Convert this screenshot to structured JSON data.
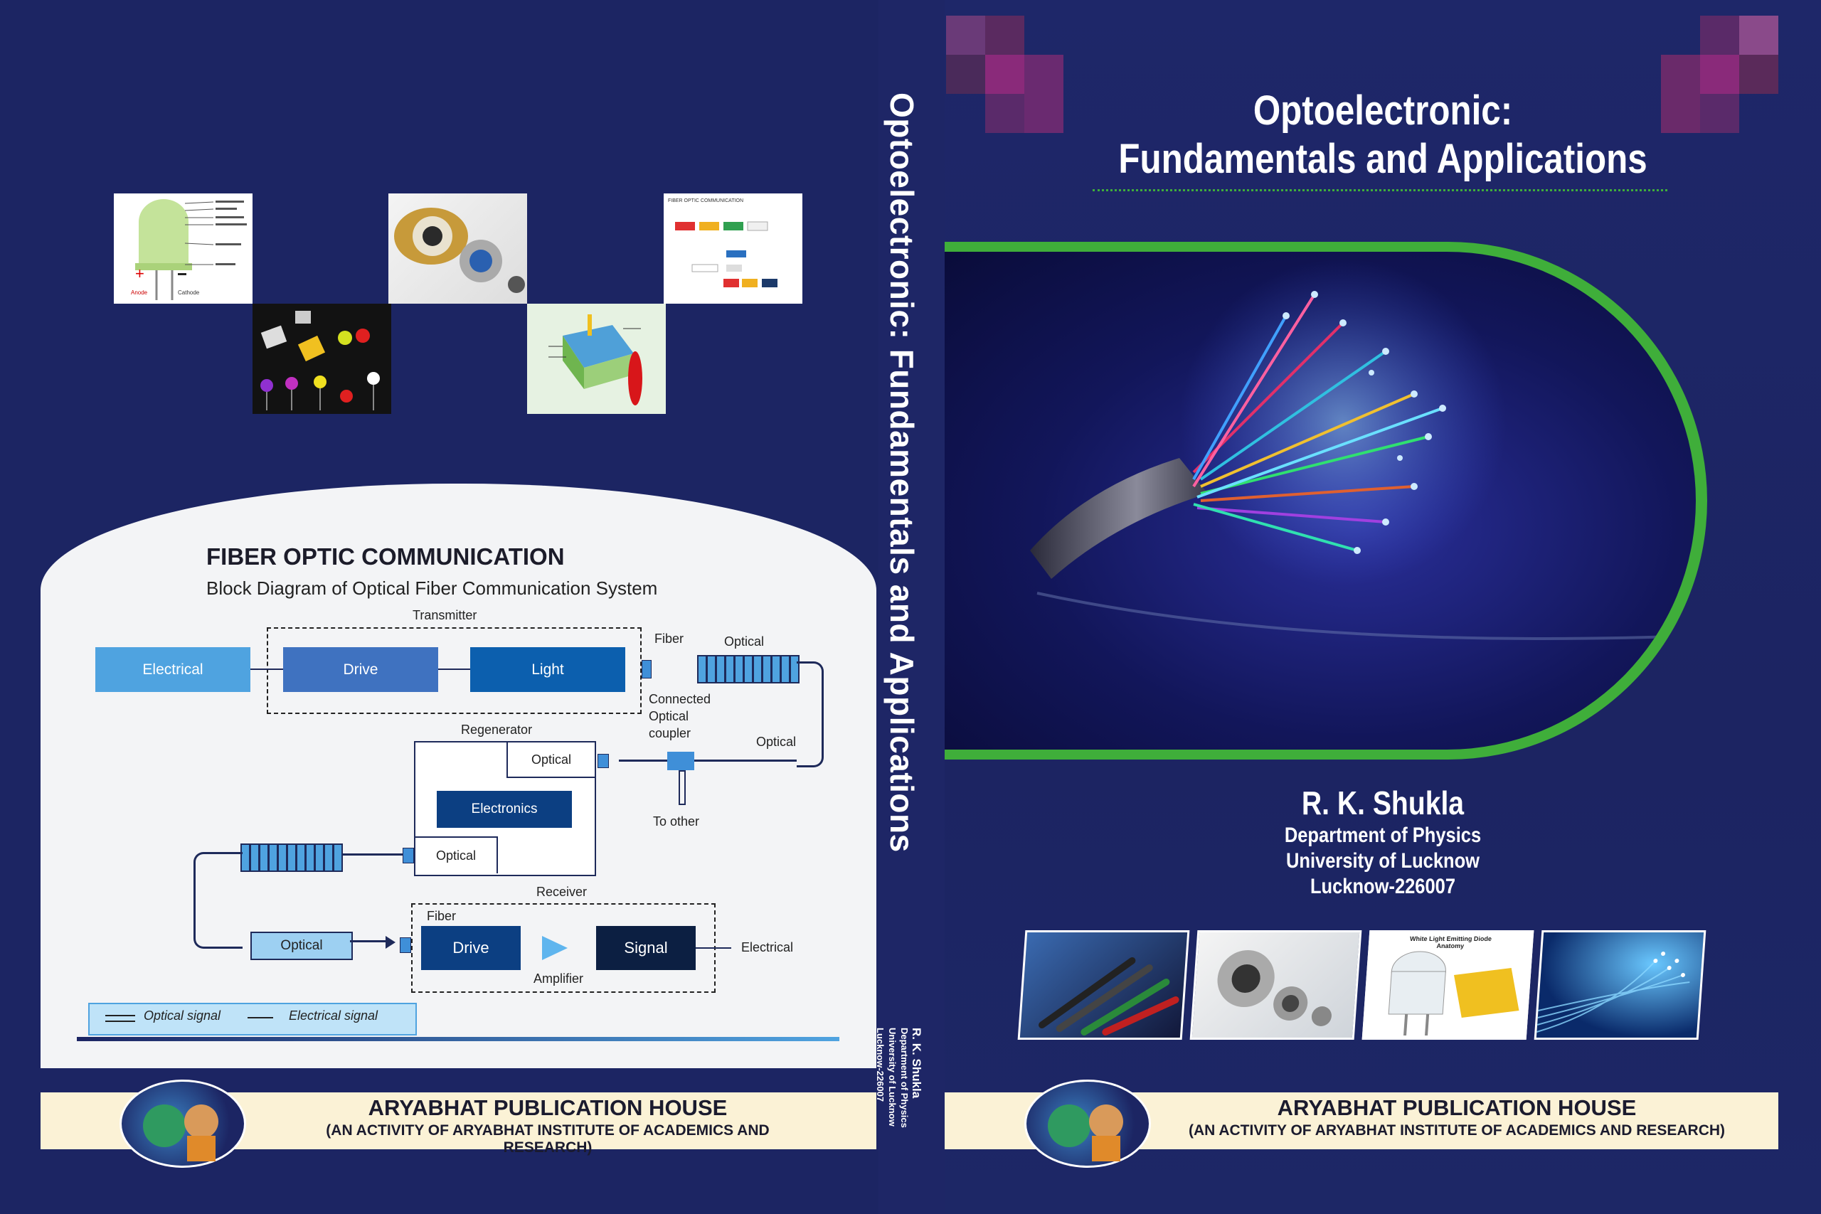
{
  "book": {
    "title_line1": "Optoelectronic:",
    "title_line2": "Fundamentals and Applications",
    "spine_title": "Optoelectronic: Fundamentals and Applications"
  },
  "author": {
    "name": "R. K. Shukla",
    "dept": "Department of Physics",
    "univ": "University of Lucknow",
    "city": "Lucknow-226007"
  },
  "publisher": {
    "name": "ARYABHAT PUBLICATION HOUSE",
    "tagline": "(AN ACTIVITY OF ARYABHAT INSTITUTE OF ACADEMICS AND RESEARCH)"
  },
  "diagram": {
    "title": "FIBER OPTIC COMMUNICATION",
    "subtitle": "Block Diagram of Optical Fiber Communication System",
    "transmitter": "Transmitter",
    "electrical_in": "Electrical",
    "drive": "Drive",
    "light": "Light",
    "fiber": "Fiber",
    "optical_top": "Optical",
    "connected": "Connected",
    "optical_c": "Optical",
    "coupler": "coupler",
    "optical_right": "Optical",
    "regenerator": "Regenerator",
    "reg_optical_in": "Optical",
    "electronics": "Electronics",
    "reg_optical_out": "Optical",
    "to_other": "To other",
    "receiver": "Receiver",
    "rx_fiber": "Fiber",
    "rx_optical": "Optical",
    "rx_drive": "Drive",
    "amplifier": "Amplifier",
    "signal": "Signal",
    "electrical_out": "Electrical",
    "legend_optical": "Optical  signal",
    "legend_electrical": "Electrical signal"
  },
  "led_thumb": {
    "anode": "Anode",
    "cathode": "Cathode"
  },
  "fiber_thumb": {
    "title": "FIBER OPTIC COMMUNICATION"
  },
  "white_led_thumb": {
    "title1": "White Light Emitting Diode",
    "title2": "Anatomy"
  },
  "colors": {
    "navy": "#1c2563",
    "accent_green": "#3fae3a",
    "block_light": "#4fa3e0",
    "block_mid": "#3f72c0",
    "block_dark": "#0c5fae",
    "block_navy": "#0c1f42",
    "cream": "#fbf2d6",
    "magenta": "#7a3a7a"
  }
}
